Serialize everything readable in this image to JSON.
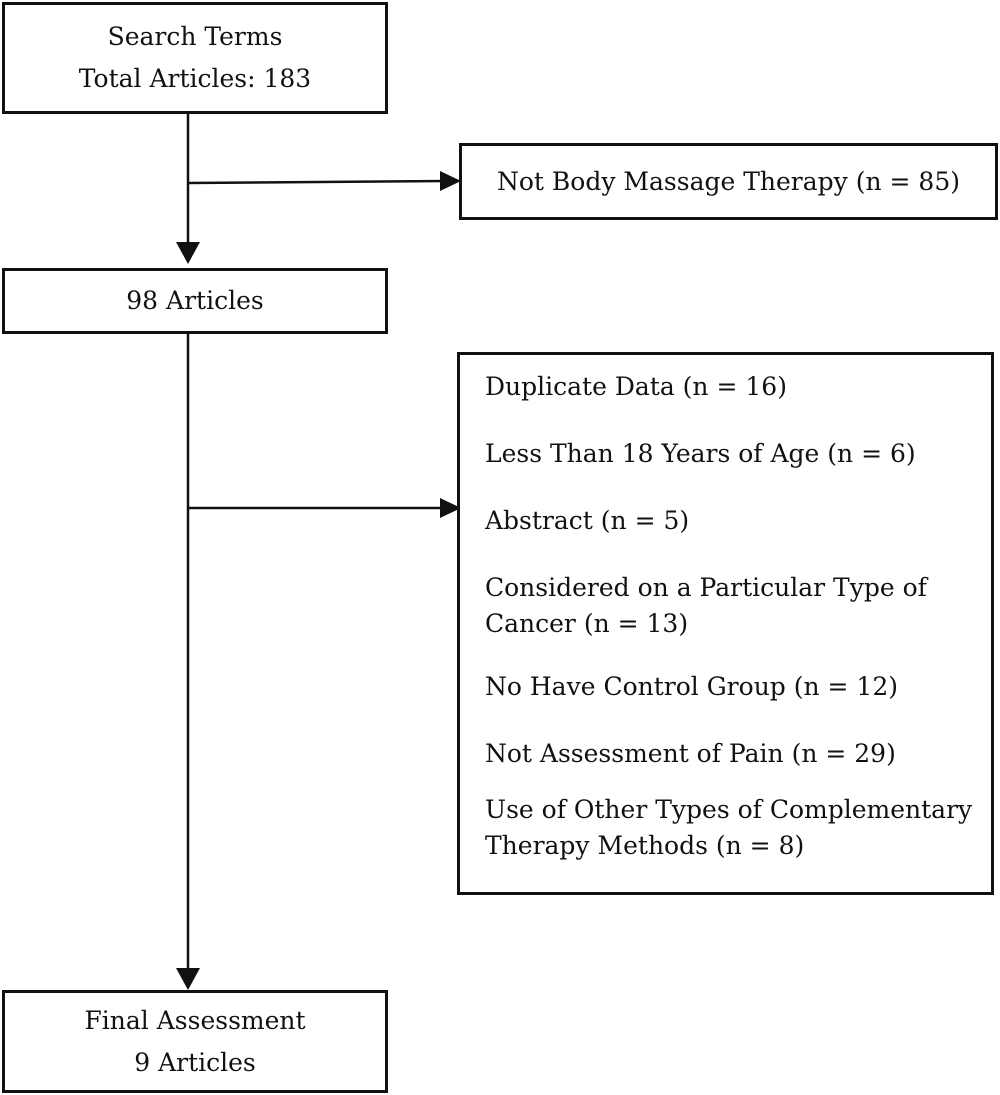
{
  "boxes": {
    "search": {
      "line1": "Search Terms",
      "line2": "Total Articles: 183"
    },
    "not_massage": {
      "label": "Not Body Massage Therapy (n = 85)"
    },
    "after_first_screen": {
      "label": "98 Articles"
    },
    "exclusions": {
      "items": [
        "Duplicate Data (n = 16)",
        "Less Than 18 Years of Age (n = 6)",
        "Abstract (n = 5)",
        "Considered on a Particular Type of",
        "Cancer (n = 13)",
        "No Have Control Group (n = 12)",
        "Not Assessment of Pain (n = 29)",
        "Use of Other Types of  Complementary",
        "Therapy Methods (n = 8)"
      ]
    },
    "final": {
      "line1": "Final Assessment",
      "line2": "9 Articles"
    }
  },
  "colors": {
    "stroke": "#111111",
    "background": "#ffffff"
  }
}
